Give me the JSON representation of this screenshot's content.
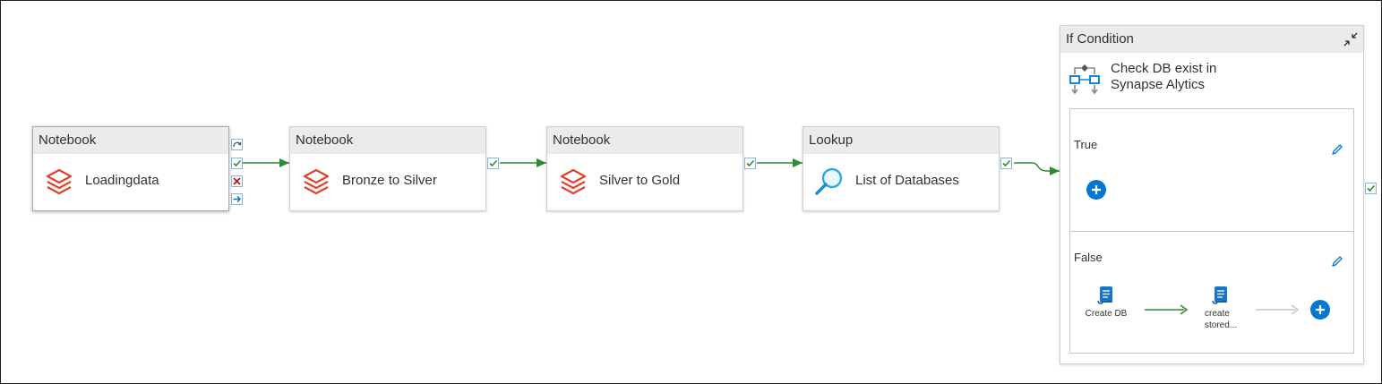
{
  "pipeline": {
    "activities": [
      {
        "type": "Notebook",
        "name": "Loadingdata"
      },
      {
        "type": "Notebook",
        "name": "Bronze to Silver"
      },
      {
        "type": "Notebook",
        "name": "Silver to Gold"
      },
      {
        "type": "Lookup",
        "name": "List of Databases"
      }
    ],
    "if_condition": {
      "type": "If Condition",
      "name": "Check DB exist in Synapse Alytics",
      "true_branch": {
        "label": "True"
      },
      "false_branch": {
        "label": "False",
        "activities": [
          {
            "name": "Create DB",
            "icon": "stored-procedure-icon"
          },
          {
            "name": "create stored...",
            "icon": "stored-procedure-icon"
          }
        ]
      }
    }
  },
  "colors": {
    "success": "#2f8a36",
    "failure": "#c50f1f",
    "completion": "#0078d4",
    "databricks": "#e2412b",
    "accent": "#0078d4",
    "header_bg": "#ebebeb",
    "disabled_link": "#c8c6c4"
  },
  "icons": {
    "notebook": "databricks-icon",
    "lookup": "magnifier-icon",
    "if_condition": "if-condition-icon",
    "collapse": "collapse-icon",
    "edit": "pencil-icon",
    "add": "plus-icon"
  }
}
